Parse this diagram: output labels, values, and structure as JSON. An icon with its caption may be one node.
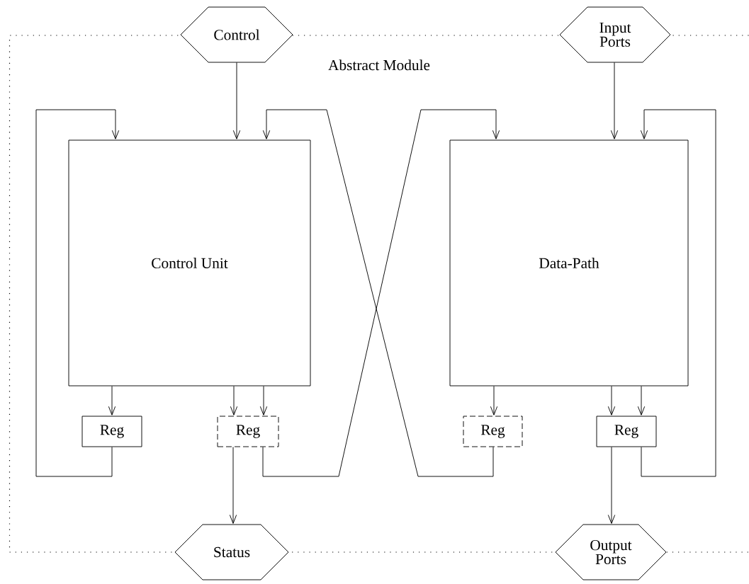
{
  "diagram": {
    "nodes": [
      {
        "text": [
          "Abstract Module"
        ]
      },
      {
        "text": [
          "Control"
        ]
      },
      {
        "text": [
          "Input Ports"
        ]
      },
      {
        "text": [
          "Control Unit"
        ],
        "in": 0
      },
      {
        "text": [
          "Data-Path"
        ],
        "in": 0
      },
      {
        "text": [
          "Reg"
        ],
        "in": 0
      },
      {
        "text": [
          "Reg"
        ],
        "in": 0
      },
      {
        "text": [
          "Reg"
        ],
        "in": 0
      },
      {
        "text": [
          "Reg"
        ],
        "in": 0
      },
      {
        "text": [
          "Status"
        ]
      },
      {
        "text": [
          "Output Ports"
        ]
      }
    ],
    "edges": [
      {
        "from": 1,
        "to": 3,
        "arrow": "to"
      },
      {
        "from": 2,
        "to": 4,
        "arrow": "to"
      },
      {
        "from": 3,
        "to": 5,
        "arrow": "to"
      },
      {
        "from": 3,
        "to": 6,
        "arrow": "to"
      },
      {
        "from": 3,
        "to": 6,
        "arrow": "to"
      },
      {
        "from": 4,
        "to": 7,
        "arrow": "to"
      },
      {
        "from": 4,
        "to": 8,
        "arrow": "to"
      },
      {
        "from": 4,
        "to": 8,
        "arrow": "to"
      },
      {
        "from": 5,
        "to": 3,
        "arrow": "to"
      },
      {
        "from": 6,
        "to": 4,
        "arrow": "to"
      },
      {
        "from": 7,
        "to": 3,
        "arrow": "to"
      },
      {
        "from": 8,
        "to": 4,
        "arrow": "to"
      },
      {
        "from": 6,
        "to": 9,
        "arrow": "to"
      },
      {
        "from": 8,
        "to": 10,
        "arrow": "to"
      }
    ]
  }
}
